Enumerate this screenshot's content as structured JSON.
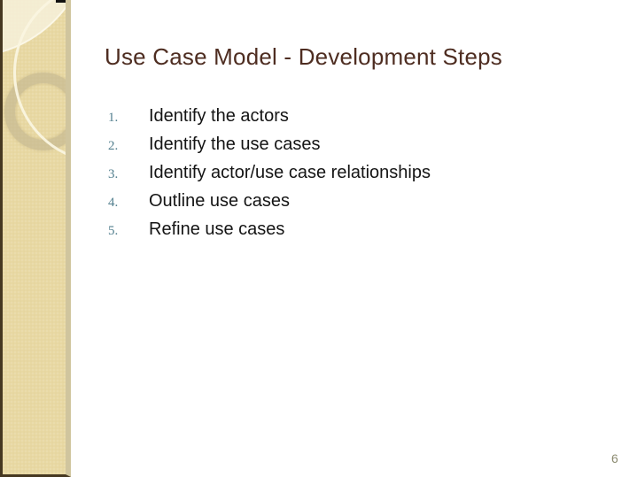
{
  "slide": {
    "title": "Use Case Model - Development Steps",
    "steps": [
      {
        "number": "1.",
        "text": "Identify the actors"
      },
      {
        "number": "2.",
        "text": "Identify the use cases"
      },
      {
        "number": "3.",
        "text": "Identify actor/use case relationships"
      },
      {
        "number": "4.",
        "text": "Outline use cases"
      },
      {
        "number": "5.",
        "text": "Refine use cases"
      }
    ],
    "page_number": "6"
  },
  "colors": {
    "background": "#ffffff",
    "title": "#4e2d21",
    "step_number": "#54808f",
    "step_text": "#141414",
    "page_number": "#8c8b70",
    "sidebar_base": "#e8d8a3",
    "sidebar_border_right": "#d0c59e",
    "sidebar_edge_dark": "#463821"
  }
}
